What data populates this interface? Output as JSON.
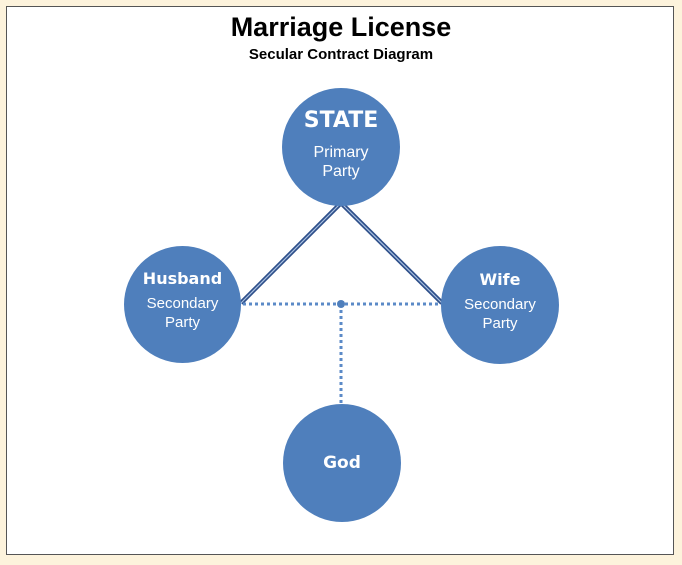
{
  "title": "Marriage License",
  "subtitle": "Secular Contract Diagram",
  "nodes": {
    "state": {
      "name": "STATE",
      "role": "Primary Party"
    },
    "husband": {
      "name": "Husband",
      "role": "Secondary Party"
    },
    "wife": {
      "name": "Wife",
      "role": "Secondary Party"
    },
    "god": {
      "name": "God"
    }
  },
  "colors": {
    "node_fill": "#4f7fbc",
    "solid_link": "#2e4f8a",
    "dotted_link": "#5b8ac7",
    "background": "#fdf3dc"
  }
}
